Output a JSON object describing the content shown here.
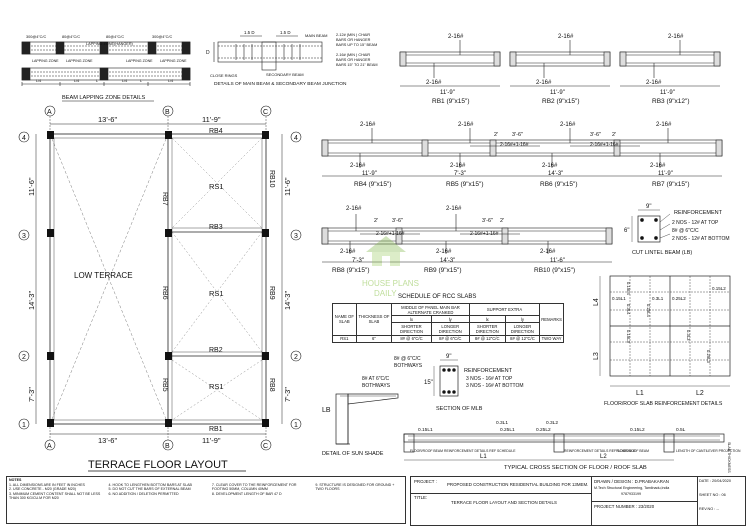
{
  "titles": {
    "beam_lapping": "BEAM LAPPING ZONE DETAILS",
    "main_beam_junction": "DETAILS OF MAIN BEAM & SECONDARY BEAM JUNCTION",
    "terrace_layout": "TERRACE FLOOR LAYOUT",
    "cut_lintel": "CUT LINTEL BEAM (LB)",
    "rcc_schedule": "SCHEDULE OF RCC SLABS",
    "mlb_section": "SECTION OF MLB",
    "sun_shade": "DETAIL OF SUN SHADE",
    "slab_reinf": "FLOOR/ROOF SLAB REINFORCEMENT DETAILS",
    "cross_section": "TYPICAL CROSS SECTION OF FLOOR / ROOF SLAB",
    "low_terrace": "LOW TERRACE"
  },
  "lapping": {
    "top_dims": [
      "300@4\"C/C",
      "80@4\"C/C",
      "80@4\"C/C",
      "300@4\"C/C"
    ],
    "lapping_hanger": "LAPPING ZONE(HANGER)",
    "zones": [
      "LAPPING ZONE",
      "LAPPING ZONE",
      "LAPPING ZONE",
      "LAPPING ZONE"
    ],
    "spans": [
      "L/4",
      "L/4",
      "L/4",
      "L/4",
      "L/4",
      "L/4"
    ],
    "l_marks": [
      "L",
      "L"
    ]
  },
  "junction": {
    "dims": [
      "1.5 D",
      "1.5 D"
    ],
    "d_mark": "D",
    "main_beam": "MAIN BEAM",
    "secondary_beam": "SECONDARY BEAM",
    "close_rings": "CLOSE RINGS",
    "notes": [
      "2-12# (MIN ) CHAIR",
      "BARS OR HANGER",
      "BARS UP TO 15\" BEAM",
      "2-16# (MIN ) CHAIR",
      "BARS OR HANGER",
      "BARS 15\" TO 21\" BEAM"
    ]
  },
  "grid": {
    "cols": [
      "A",
      "B",
      "C"
    ],
    "rows": [
      "4",
      "3",
      "2",
      "1"
    ],
    "top_dims": [
      "13'-6\"",
      "11'-9\""
    ],
    "bottom_dims": [
      "13'-6\"",
      "11'-9\""
    ],
    "left_dims": [
      "11'-6\"",
      "14'-3\"",
      "7'-3\""
    ],
    "right_dims": [
      "11'-6\"",
      "14'-3\"",
      "7'-3\""
    ],
    "beams": {
      "rb4": "RB4",
      "rb3": "RB3",
      "rb2": "RB2",
      "rb1": "RB1",
      "rb7": "RB7",
      "rb6": "RB6",
      "rb5": "RB5",
      "rb10": "RB10",
      "rb9": "RB9",
      "rb8": "RB8"
    },
    "slabs": [
      "RS1",
      "RS1",
      "RS1"
    ]
  },
  "beams_row1": [
    {
      "bar": "2-16#",
      "bot": "2-16#",
      "span": "11'-9\"",
      "name": "RB1 (9\"x15\")"
    },
    {
      "bar": "2-16#",
      "bot": "2-16#",
      "span": "11'-9\"",
      "name": "RB2 (9\"x15\")"
    },
    {
      "bar": "2-16#",
      "bot": "2-16#",
      "span": "11'-9\"",
      "name": "RB3 (9\"x12\")"
    }
  ],
  "beams_row2": {
    "tops": [
      "2-16#",
      "2-16#",
      "2-16#"
    ],
    "extra": [
      "2'",
      "3'-6\"",
      "2-16#+1-16#",
      "3'-6\"",
      "2'",
      "2-16#+1-16#"
    ],
    "bots": [
      "2-16#",
      "2-16#",
      "2-16#",
      "2-16#"
    ],
    "spans": [
      "11'-9\"",
      "7'-3\"",
      "14'-3\"",
      "11'-9\""
    ],
    "names": [
      "RB4 (9\"x15\")",
      "RB5 (9\"x15\")",
      "RB6 (9\"x15\")",
      "RB7 (9\"x15\")"
    ]
  },
  "beams_row3": {
    "tops": [
      "2-16#",
      "2-16#"
    ],
    "extra": [
      "2'",
      "3'-6\"",
      "2-16#+1-16#",
      "3'-6\"",
      "2'",
      "2-16#+1-16#"
    ],
    "bots": [
      "2-16#",
      "2-16#",
      "2-16#"
    ],
    "spans": [
      "7'-3\"",
      "14'-3\"",
      "11'-6\""
    ],
    "names": [
      "RB8 (9\"x15\")",
      "RB9 (9\"x15\")",
      "RB10 (9\"x15\")"
    ]
  },
  "lintel": {
    "width": "9\"",
    "depth": "6\"",
    "reinf_title": "REINFORCEMENT",
    "lines": [
      "2 NOS - 12# AT TOP",
      "8# @ 6\"C/C",
      "2 NOS - 12# AT BOTTOM"
    ]
  },
  "schedule": {
    "head": [
      "NAME OF SLAB",
      "THICKNESS OF SLAB",
      "MIDDLE OF PANEL MAIN BAR ALTERNATE CRANKED",
      "SUPPORT EXTRA",
      "REMARKS"
    ],
    "sub1": [
      "lx",
      "ly",
      "lx",
      "ly"
    ],
    "sub2": [
      "SHORTER DIRECTION",
      "LONGER DIRECTION",
      "SHORTER DIRECTION",
      "LONGER DIRECTION"
    ],
    "row": [
      "RS1",
      "6\"",
      "8# @ 6\"C/C",
      "8# @ 6\"C/C",
      "8# @ 12\"C/C",
      "8# @ 12\"C/C",
      "TWO WAY"
    ]
  },
  "mlb": {
    "width": "9\"",
    "depth": "15\"",
    "reinf_title": "REINFORCEMENT",
    "lines": [
      "3 NOS - 16# AT TOP",
      "3 NOS - 16# AT BOTTOM",
      "8# @ 6\"C/C",
      "BOTHWAYS"
    ]
  },
  "sunshade": {
    "label": "LB",
    "bar": "8# AT 6\"C/C",
    "bothways": "BOTHWAYS"
  },
  "slab_grid": {
    "labels_h": [
      "0.15L1",
      "0.3L1",
      "0.25L2",
      "0.15L2"
    ],
    "labels_v": [
      "0.15L4",
      "0.3L4",
      "0.25L4",
      "0.15L3",
      "0.3L3",
      "0.25L3"
    ],
    "spans": [
      "L1",
      "L2"
    ],
    "side": [
      "L4",
      "L3"
    ]
  },
  "section": {
    "tops": [
      "0.3L1",
      "0.3L2",
      "0.15L1",
      "0.25L1",
      "0.25L2",
      "0.15L2",
      "0.5L"
    ],
    "labels": [
      "FLOOR/ROOF BEAM",
      "REINFORCEMENT DETAILS REF SCHEDULE",
      "REINFORCEMENT DETAILS REF SCHEDULE",
      "FLOOR/ROOF BEAM",
      "LENGTH OF CANTILEVER PROJECTION",
      "SLAB THICKNESS"
    ],
    "spans": [
      "L1",
      "L2"
    ]
  },
  "notes": {
    "title": "NOTES",
    "items": [
      "1. ALL DIMENSIONS ARE IN FEET IN INCHES",
      "2. USE CONCRETE - M20 (GRADE M20)",
      "3. MINIMUM CEMENT CONTENT SHALL NOT BE LESS THAN 300 KG/CU.M FOR M20",
      "4. HOOK TO LENGTHEN BOTTOM BARS AT SLAB",
      "5. DO NOT CUT THE BARS OF EXTERNAL BEAM",
      "6. NO ADDITION / DELETION PERMITTED",
      "7. CLEAR COVER TO THE REINFORCEMENT FOR FOOTING 50MM, COLUMN 40MM",
      "8. DEVELOPMENT LENGTH OF BAR 47 D",
      "9. STRUCTURE IS DESIGNED FOR GROUND + TWO FLOORS"
    ]
  },
  "titleblock": {
    "project_label": "PROJECT :",
    "project": "PROPOSED CONSTRUCTION RESIDENTIAL BUILDING FOR 13MEM.",
    "title_label": "TITLE:",
    "title": "TERRACE FLOOR LAYOUT AND SECTION DETAILS",
    "drawn": "DRAWN / DESIGN : D.PRABAKARAN",
    "qual": "M.Tech Structural Engineering, Tamilnadu,India",
    "phone": "9787933199",
    "project_no": "PROJECT NUMBER : 23/2020",
    "date": "DATE : 20/04/2020",
    "sheet": "SHEET NO : 06",
    "rev": "REV.NO : --"
  },
  "watermark": {
    "line1": "HOUSE PLANS",
    "line2": "DAILY"
  }
}
